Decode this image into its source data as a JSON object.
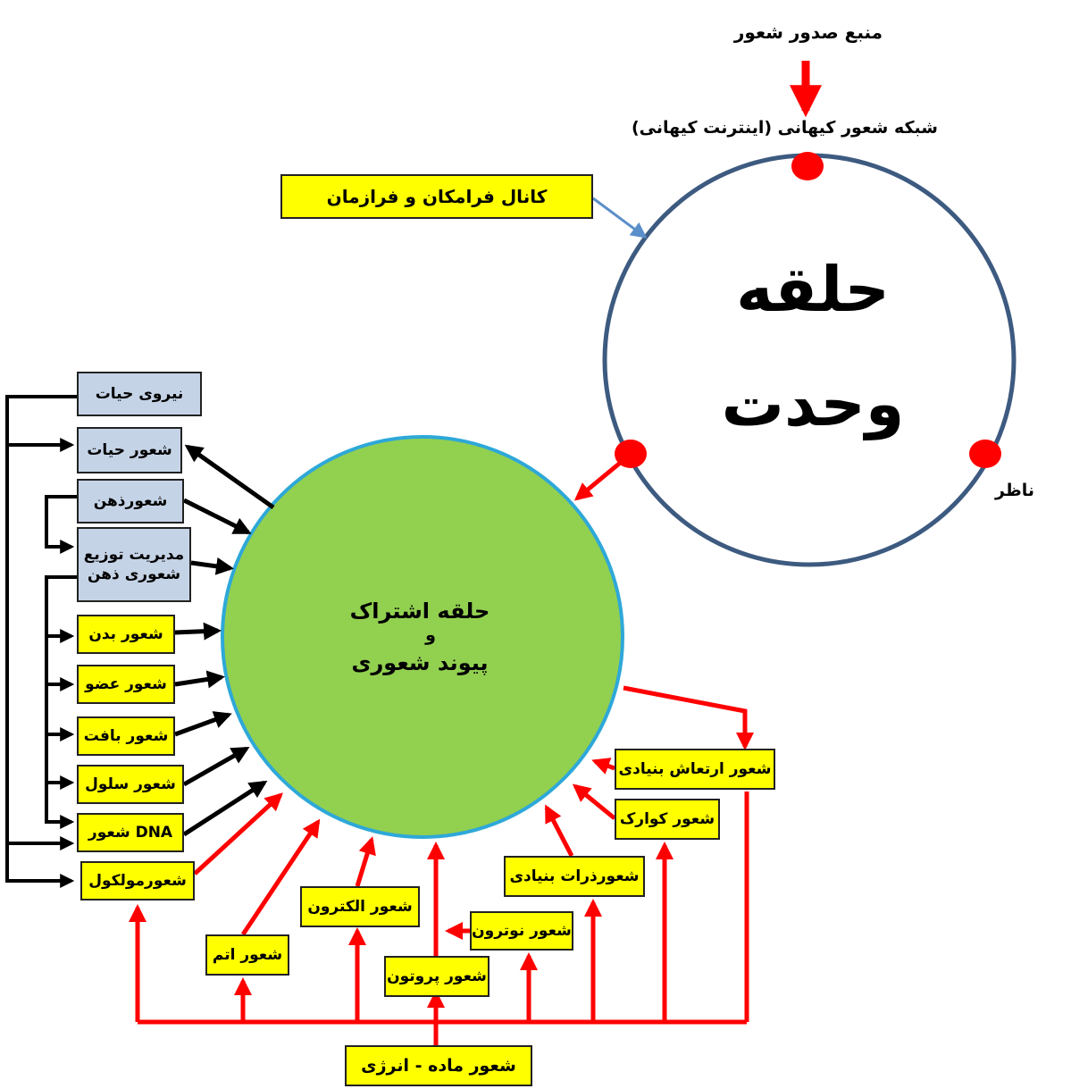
{
  "colors": {
    "red": "#ff0000",
    "black": "#000000",
    "green": "#92d050",
    "green_border": "#2ea8d8",
    "ring": "#3d5a80",
    "blue_box": "#c5d3e6",
    "yellow_box": "#ffff00",
    "channel_arrow": "#5b8fc9"
  },
  "top": {
    "source": "منبع صدور شعور",
    "network": "شبکه شعور کیهانی (اینترنت کیهانی)",
    "channel": "کانال  فرامکان  و  فرازمان"
  },
  "unity": {
    "line1": "حلقه",
    "line2": "وحدت",
    "observer": "ناظر"
  },
  "center": {
    "line1": "حلقه اشتراک",
    "line2": "و",
    "line3": "پیوند شعوری"
  },
  "left_boxes": {
    "life_force": "نیروی حیات",
    "life": "شعور حیات",
    "mind": "شعورذهن",
    "mind_mgmt_1": "مدیریت توزیع",
    "mind_mgmt_2": "شعوری ذهن",
    "body": "شعور بدن",
    "organ": "شعور عضو",
    "tissue": "شعور بافت",
    "cell": "شعور سلول",
    "dna": "شعور DNA",
    "molecule": "شعورمولکول"
  },
  "bottom_boxes": {
    "atom": "شعور اتم",
    "electron": "شعور الکترون",
    "proton": "شعور پروتون",
    "neutron": "شعور نوترون",
    "particles": "شعورذرات بنیادی",
    "quark": "شعور کوارک",
    "vibration": "شعور ارتعاش بنیادی",
    "matter_energy": "شعور ماده - انرژی"
  }
}
